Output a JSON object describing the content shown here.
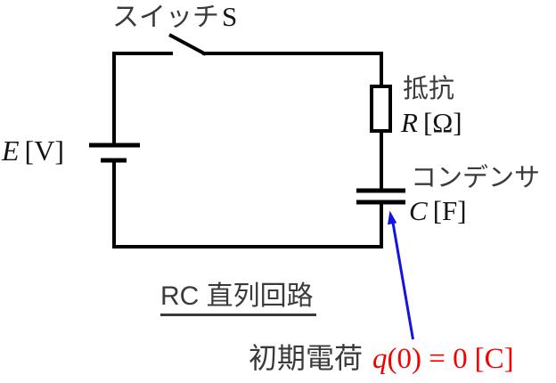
{
  "circuit": {
    "switch": {
      "name_jp": "スイッチ",
      "symbol": "S"
    },
    "battery": {
      "symbol": "E",
      "unit": "[V]"
    },
    "resistor": {
      "name_jp": "抵抗",
      "symbol": "R",
      "unit": "[Ω]"
    },
    "capacitor": {
      "name_jp": "コンデンサ",
      "symbol": "C",
      "unit": "[F]"
    }
  },
  "caption": {
    "text": "RC 直列回路"
  },
  "annotation": {
    "prefix_jp": "初期電荷",
    "var": "q",
    "expression": "(0) = 0",
    "unit": "[C]"
  },
  "colors": {
    "wire": "#000000",
    "jp_label": "#3a3a3a",
    "math_label": "#141414",
    "annotation_red": "#f40000",
    "arrow_blue": "#1414e0"
  }
}
